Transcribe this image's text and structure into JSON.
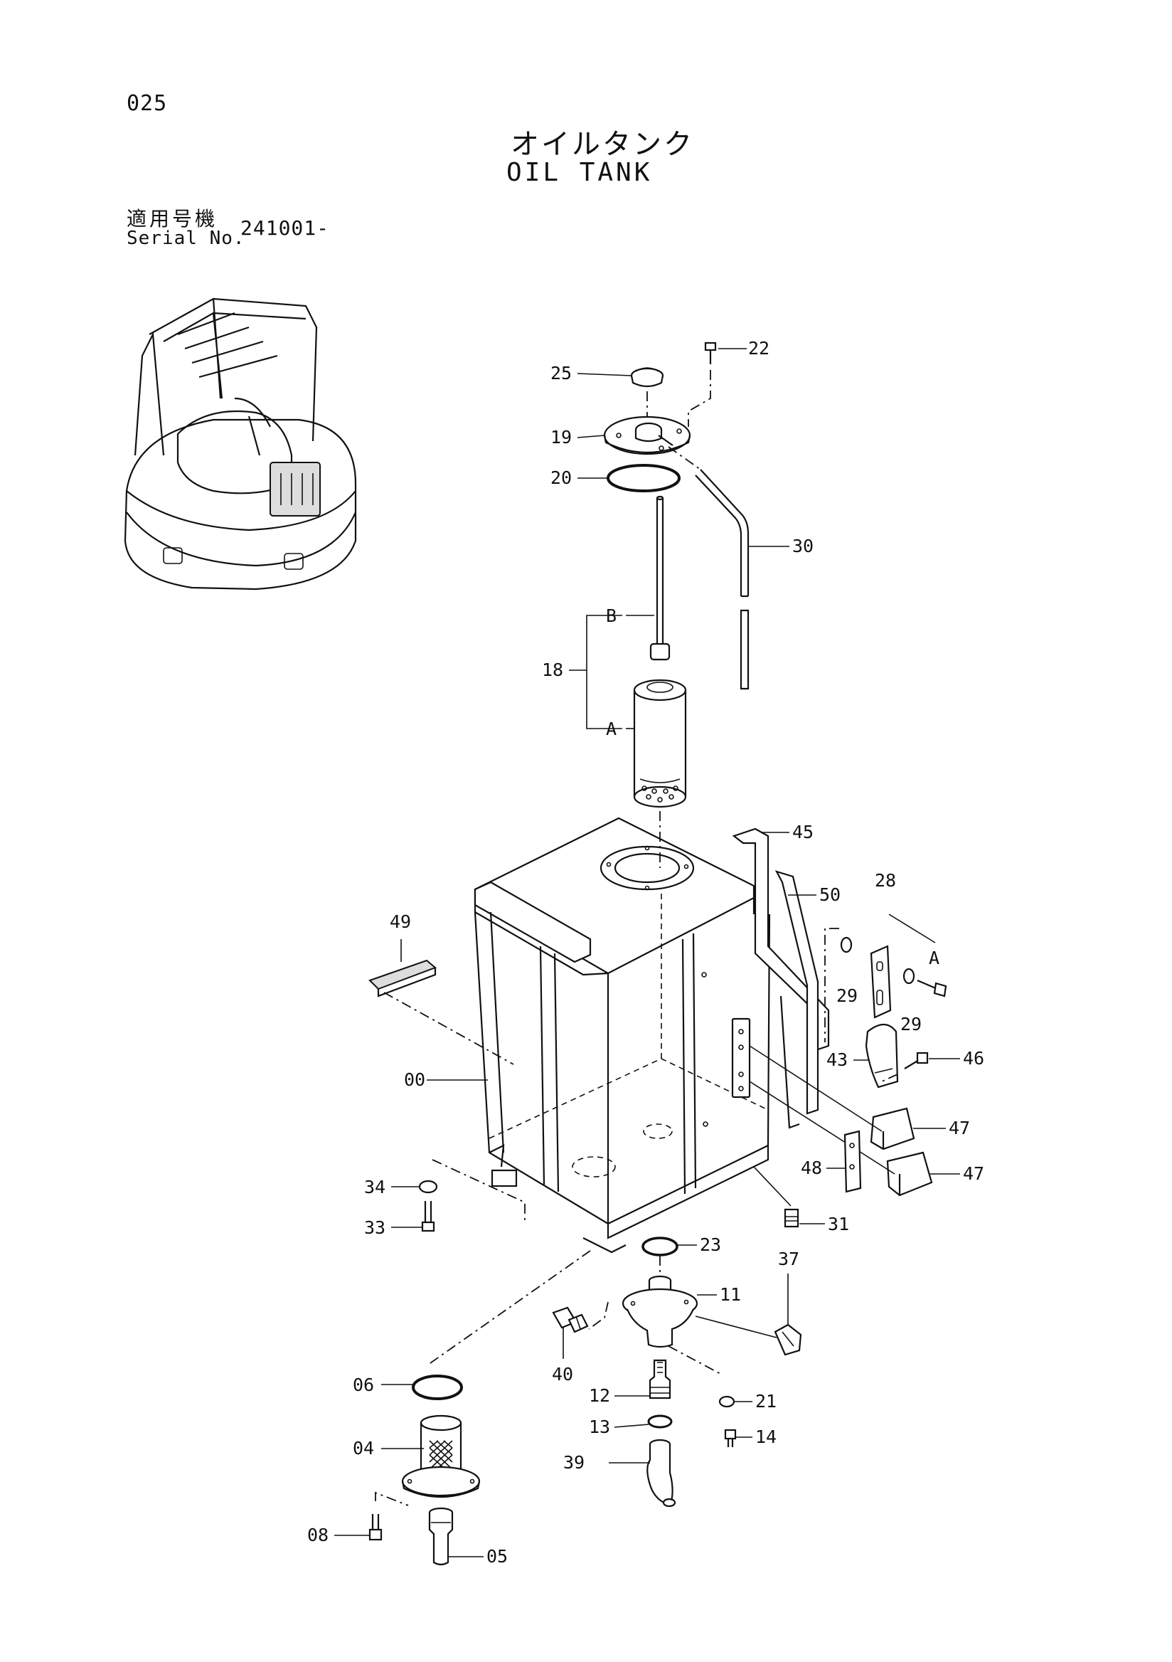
{
  "page": {
    "number": "025",
    "title_jp": "オイルタンク",
    "title_en": "OIL TANK",
    "serial_label_jp": "適用号機",
    "serial_label_en": "Serial No.",
    "serial_value": "241001-"
  },
  "callouts": [
    {
      "id": "c22",
      "label": "22"
    },
    {
      "id": "c25",
      "label": "25"
    },
    {
      "id": "c19",
      "label": "19"
    },
    {
      "id": "c20",
      "label": "20"
    },
    {
      "id": "c30",
      "label": "30"
    },
    {
      "id": "cB",
      "label": "B"
    },
    {
      "id": "c18",
      "label": "18"
    },
    {
      "id": "cA1",
      "label": "A"
    },
    {
      "id": "c45",
      "label": "45"
    },
    {
      "id": "c50",
      "label": "50"
    },
    {
      "id": "c28",
      "label": "28"
    },
    {
      "id": "cA2",
      "label": "A"
    },
    {
      "id": "c49",
      "label": "49"
    },
    {
      "id": "c29a",
      "label": "29"
    },
    {
      "id": "c29b",
      "label": "29"
    },
    {
      "id": "c46",
      "label": "46"
    },
    {
      "id": "c43",
      "label": "43"
    },
    {
      "id": "c00",
      "label": "00"
    },
    {
      "id": "c47a",
      "label": "47"
    },
    {
      "id": "c48",
      "label": "48"
    },
    {
      "id": "c47b",
      "label": "47"
    },
    {
      "id": "c34",
      "label": "34"
    },
    {
      "id": "c33",
      "label": "33"
    },
    {
      "id": "c31",
      "label": "31"
    },
    {
      "id": "c23",
      "label": "23"
    },
    {
      "id": "c37",
      "label": "37"
    },
    {
      "id": "c11",
      "label": "11"
    },
    {
      "id": "c40",
      "label": "40"
    },
    {
      "id": "c06",
      "label": "06"
    },
    {
      "id": "c12",
      "label": "12"
    },
    {
      "id": "c21",
      "label": "21"
    },
    {
      "id": "c13",
      "label": "13"
    },
    {
      "id": "c04",
      "label": "04"
    },
    {
      "id": "c14",
      "label": "14"
    },
    {
      "id": "c39",
      "label": "39"
    },
    {
      "id": "c08",
      "label": "08"
    },
    {
      "id": "c05",
      "label": "05"
    }
  ]
}
